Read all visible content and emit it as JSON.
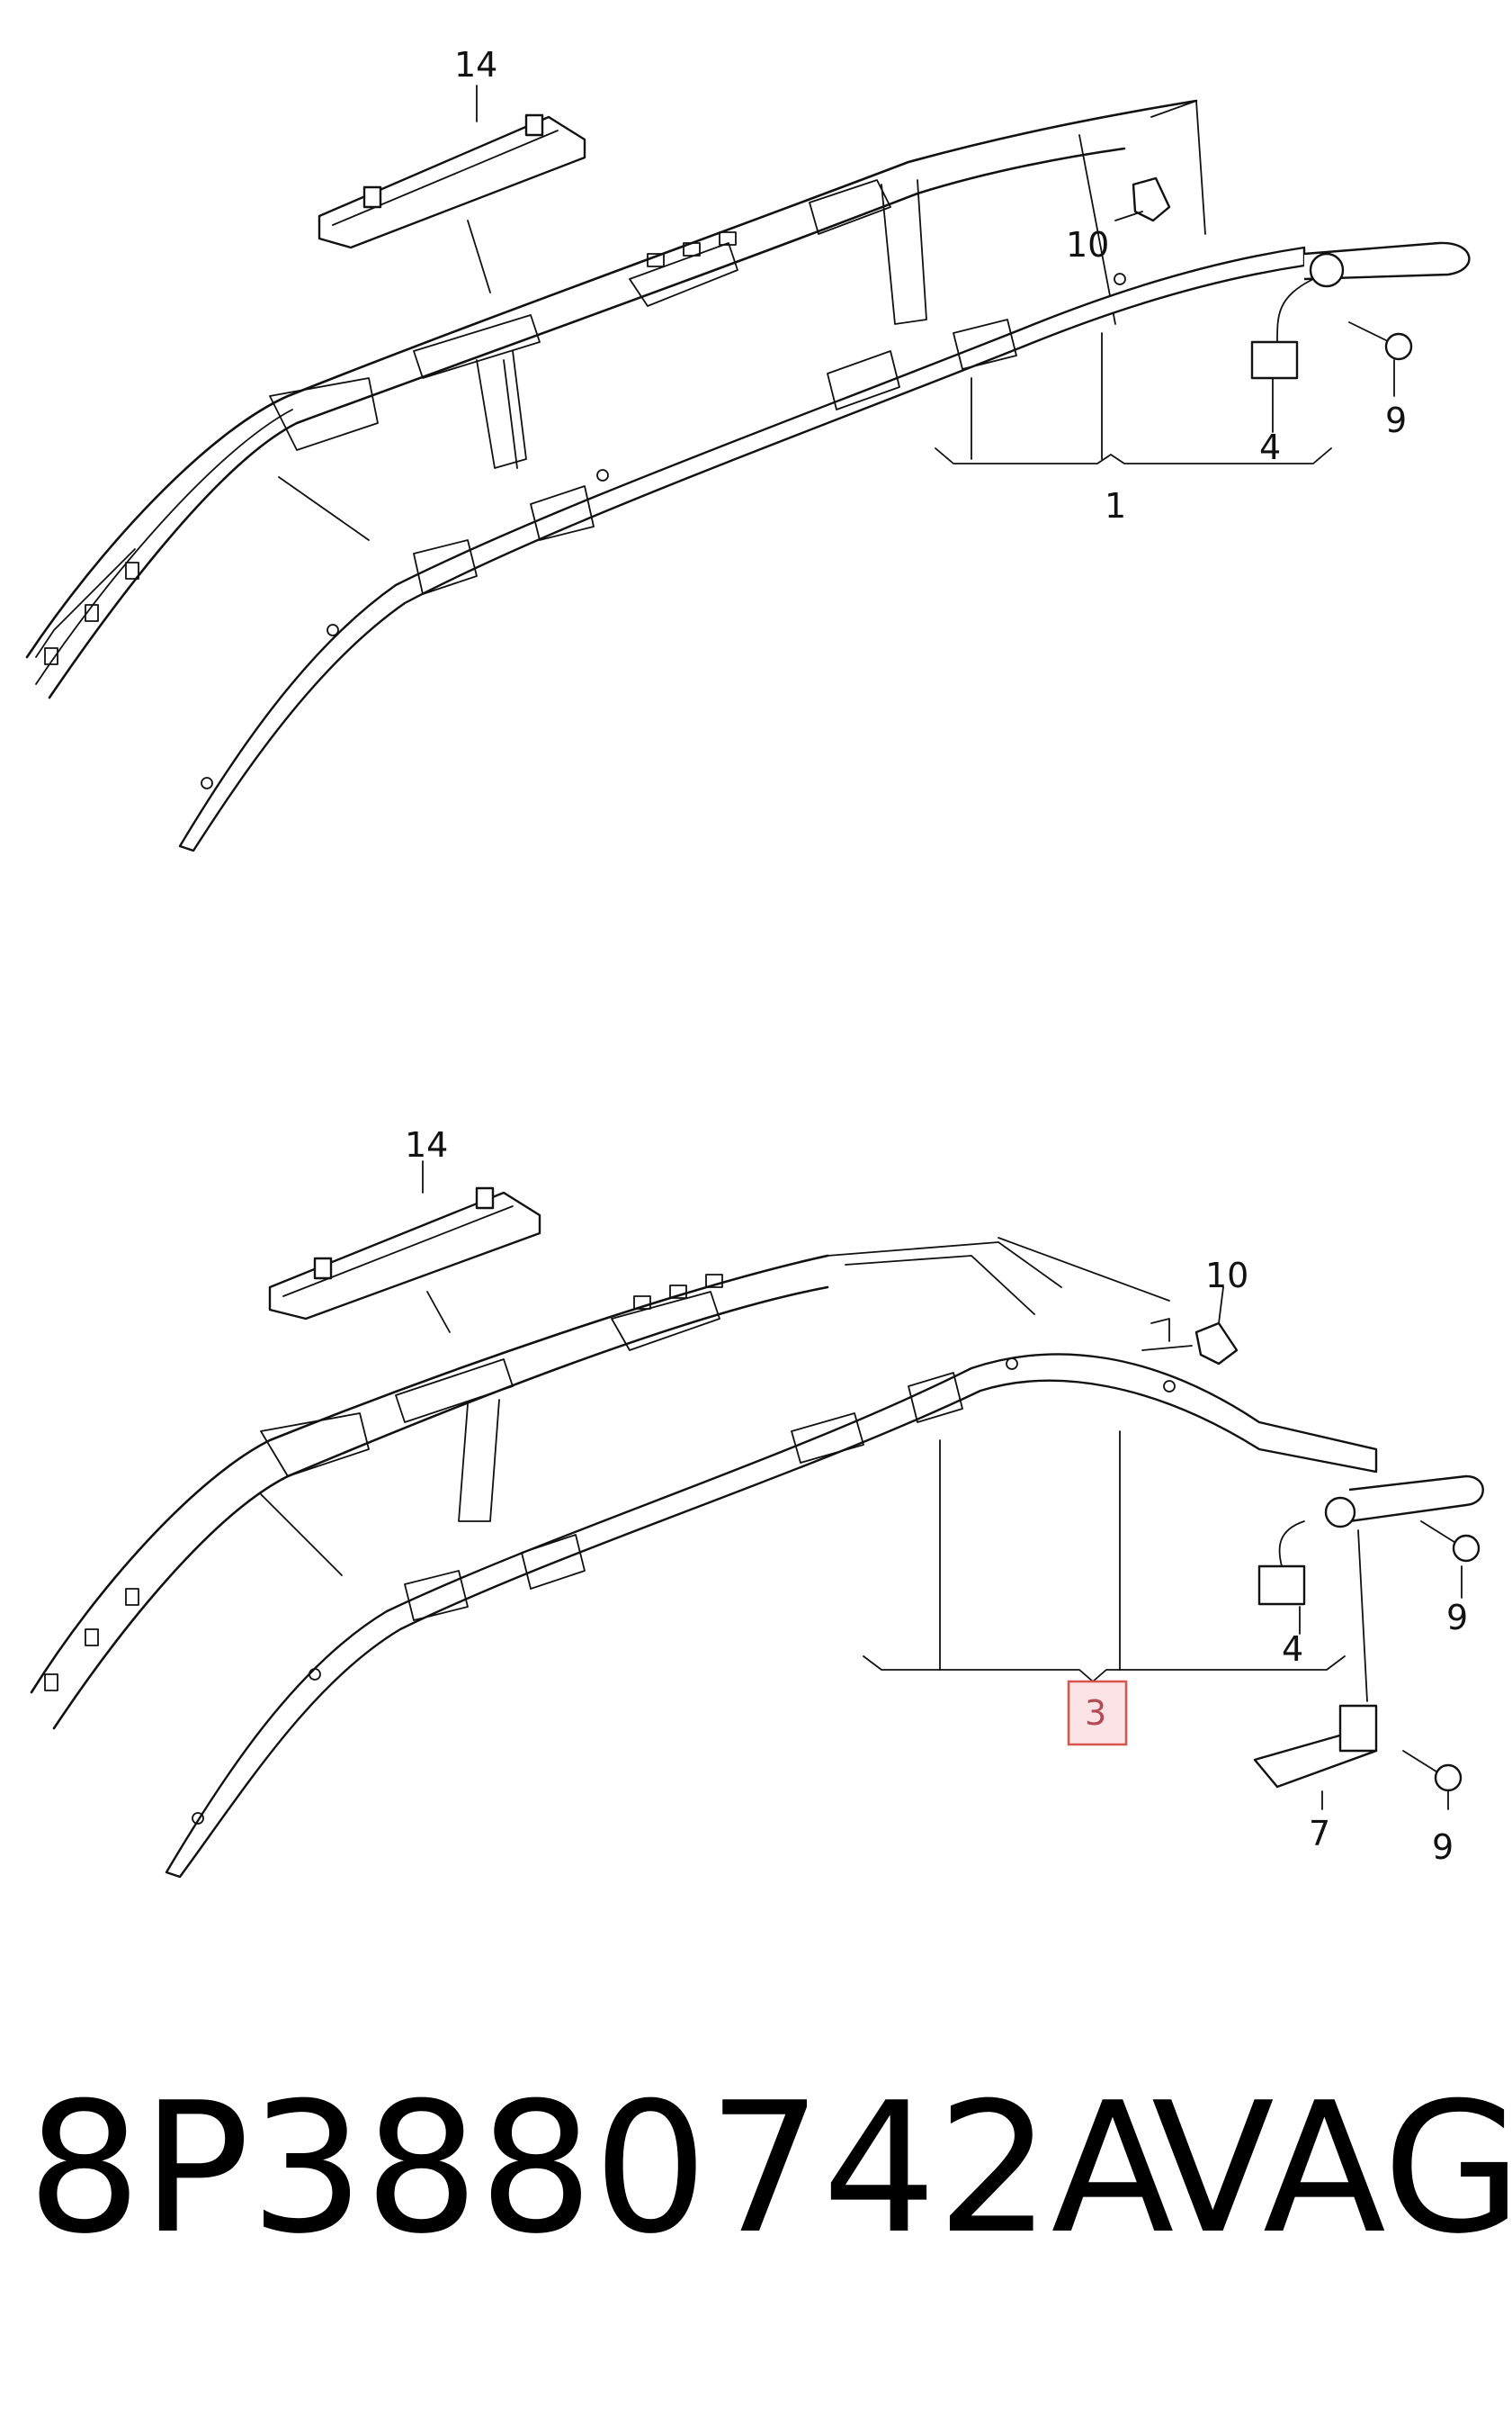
{
  "top_diagram": {
    "labels": {
      "l14": "14",
      "l10": "10",
      "l4": "4",
      "l9": "9",
      "l1": "1"
    }
  },
  "bottom_diagram": {
    "labels": {
      "l14": "14",
      "l10": "10",
      "l4": "4",
      "l9a": "9",
      "l9b": "9",
      "l7": "7",
      "l3": "3"
    },
    "highlighted_part": "3",
    "highlight_color": "#fbe3e6"
  },
  "footer": {
    "part_number": "8P3880742A",
    "brand": "VAG"
  }
}
